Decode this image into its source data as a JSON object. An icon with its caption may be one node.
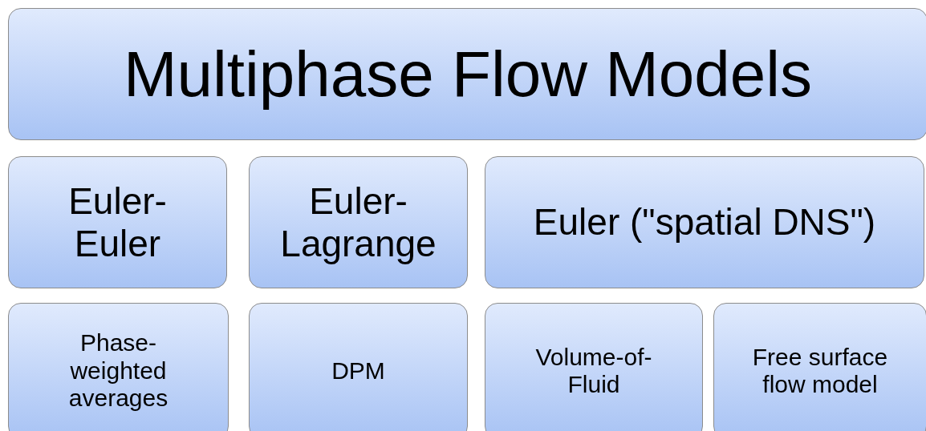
{
  "diagram": {
    "nodes": [
      {
        "text": [
          "Multiphase Flow Models"
        ]
      },
      {
        "text": [
          "Euler-Euler"
        ]
      },
      {
        "text": [
          "Euler-Lagrange"
        ]
      },
      {
        "text": [
          "Euler (\"spatial DNS\")"
        ]
      },
      {
        "text": [
          "Phase-weighted averages"
        ]
      },
      {
        "text": [
          "DPM"
        ]
      },
      {
        "text": [
          "Volume-of-Fluid"
        ]
      },
      {
        "text": [
          "Free surface flow model"
        ]
      }
    ]
  }
}
